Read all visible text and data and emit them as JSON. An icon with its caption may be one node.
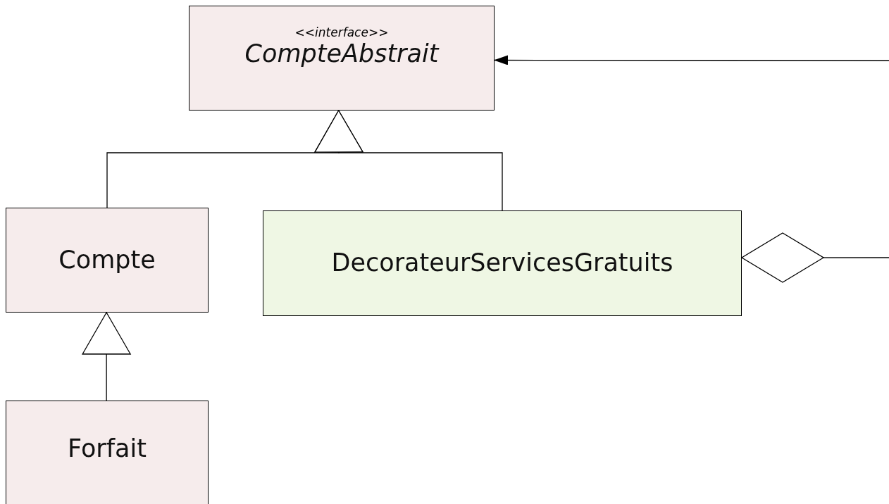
{
  "diagram": {
    "nodes": [
      {
        "text": [
          "<<interface>>",
          "CompteAbstrait"
        ]
      },
      {
        "text": [
          "Compte"
        ]
      },
      {
        "text": [
          "DecorateurServicesGratuits"
        ]
      },
      {
        "text": [
          "Forfait"
        ]
      }
    ],
    "edges": [
      {
        "from": 1,
        "to": 0,
        "arrow": "to"
      },
      {
        "from": 2,
        "to": 0,
        "arrow": "to"
      },
      {
        "from": 3,
        "to": 1,
        "arrow": "to"
      },
      {
        "from": null,
        "to": 0,
        "arrow": "to"
      },
      {
        "from": 2,
        "to": null,
        "arrow": "other"
      }
    ]
  }
}
